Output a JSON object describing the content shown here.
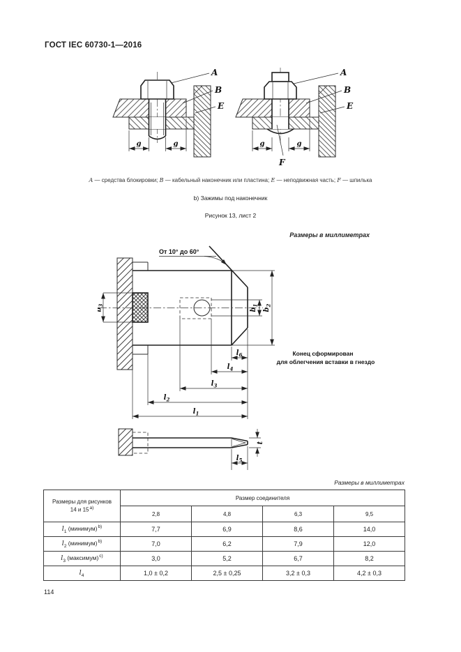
{
  "page": {
    "doc_header": "ГОСТ IEC 60730-1—2016",
    "page_number": "114"
  },
  "figure13": {
    "labels": {
      "A": "A",
      "B": "B",
      "E": "E",
      "F": "F",
      "g": "g"
    },
    "legend_parts": [
      {
        "t": "A"
      },
      {
        "t": " — средства блокировки; "
      },
      {
        "t": "B"
      },
      {
        "t": " — кабельный наконечник или пластина; "
      },
      {
        "t": "E"
      },
      {
        "t": " — неподвижная часть; "
      },
      {
        "t": "F"
      },
      {
        "t": " — шпилька"
      }
    ],
    "subcaption": "b) Зажимы под наконечник",
    "caption": "Рисунок 13, лист 2"
  },
  "figure14": {
    "units_note": "Размеры в миллиметрах",
    "angle_note": "От 10° до 60°",
    "end_note_line1": "Конец сформирован",
    "end_note_line2": "для облегчения вставки в гнездо",
    "dims": {
      "b1": [
        "b",
        "1"
      ],
      "b2": [
        "b",
        "2"
      ],
      "b3": [
        "b",
        "3"
      ],
      "l1": [
        "l",
        "1"
      ],
      "l2": [
        "l",
        "2"
      ],
      "l3": [
        "l",
        "3"
      ],
      "l4": [
        "l",
        "4"
      ],
      "l5": [
        "l",
        "5"
      ],
      "l6": [
        "l",
        "6"
      ],
      "t": [
        "t",
        ""
      ]
    }
  },
  "table": {
    "units_note": "Размеры в миллиметрах",
    "corner_line1": "Размеры для рисунков",
    "corner_line2": "14 и 15",
    "corner_sup": "a)",
    "group_header": "Размер соединителя",
    "size_columns": [
      "2,8",
      "4,8",
      "6,3",
      "9,5"
    ],
    "rows": [
      {
        "sym": "l",
        "sub": "1",
        "qual": " (минимум)",
        "sup": "b)",
        "values": [
          "7,7",
          "6,9",
          "8,6",
          "14,0"
        ]
      },
      {
        "sym": "l",
        "sub": "2",
        "qual": " (минимум)",
        "sup": "b)",
        "values": [
          "7,0",
          "6,2",
          "7,9",
          "12,0"
        ]
      },
      {
        "sym": "l",
        "sub": "3",
        "qual": " (максимум)",
        "sup": "c)",
        "values": [
          "3,0",
          "5,2",
          "6,7",
          "8,2"
        ]
      },
      {
        "sym": "l",
        "sub": "4",
        "qual": "",
        "sup": "",
        "values": [
          "1,0 ± 0,2",
          "2,5 ± 0,25",
          "3,2 ± 0,3",
          "4,2 ± 0,3"
        ]
      }
    ]
  }
}
